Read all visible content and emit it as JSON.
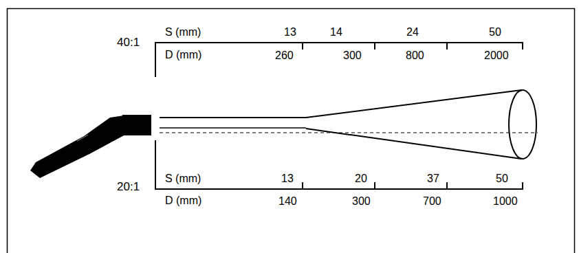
{
  "diagram": {
    "labels": [
      "40:1",
      "S (mm)",
      "13",
      "14",
      "24",
      "50",
      "D (mm)",
      "260",
      "300",
      "800",
      "2000",
      "20:1",
      "S (mm)",
      "13",
      "20",
      "37",
      "50",
      "D (mm)",
      "140",
      "300",
      "700",
      "1000"
    ]
  }
}
